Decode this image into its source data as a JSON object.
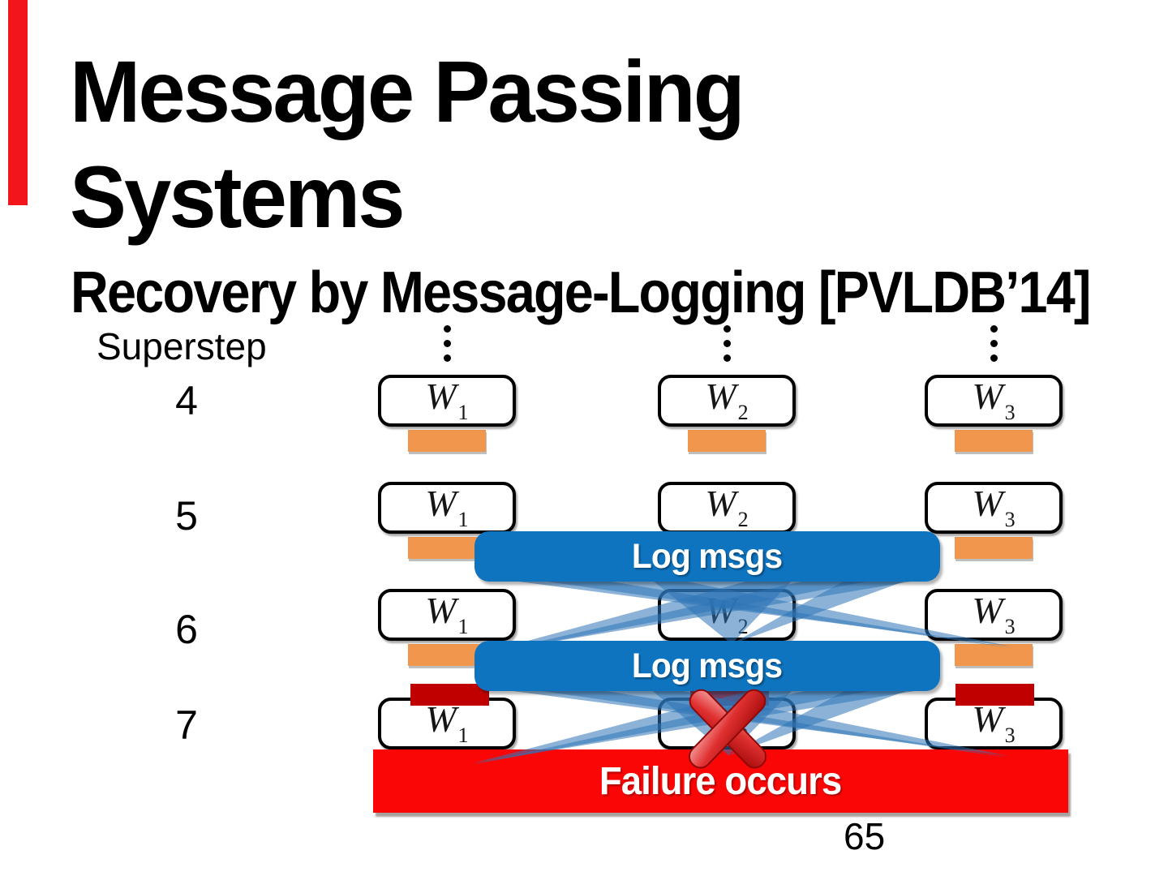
{
  "slide": {
    "title_line1": "Message Passing",
    "title_line2": "Systems",
    "subtitle": "Recovery by Message-Logging [PVLDB’14]",
    "page_number": "65"
  },
  "diagram": {
    "axis_label": "Superstep",
    "superstep_numbers": [
      "4",
      "5",
      "6",
      "7"
    ],
    "workers": [
      {
        "base": "W",
        "sub": "1"
      },
      {
        "base": "W",
        "sub": "2"
      },
      {
        "base": "W",
        "sub": "3"
      }
    ],
    "log_banners": [
      "Log msgs",
      "Log msgs"
    ],
    "failure_banner": "Failure occurs",
    "icons": {
      "ellipsis": "vertical-ellipsis",
      "failed_worker_marker": "red-x"
    },
    "colors": {
      "compute_bar_orange": "#F0974D",
      "logged_bar_dark_red": "#C00000",
      "log_banner_blue": "#0E74C0",
      "beam_blue": "#2E75B6",
      "failure_red": "#FB0606",
      "corner_bar_red": "#F2151C"
    }
  }
}
